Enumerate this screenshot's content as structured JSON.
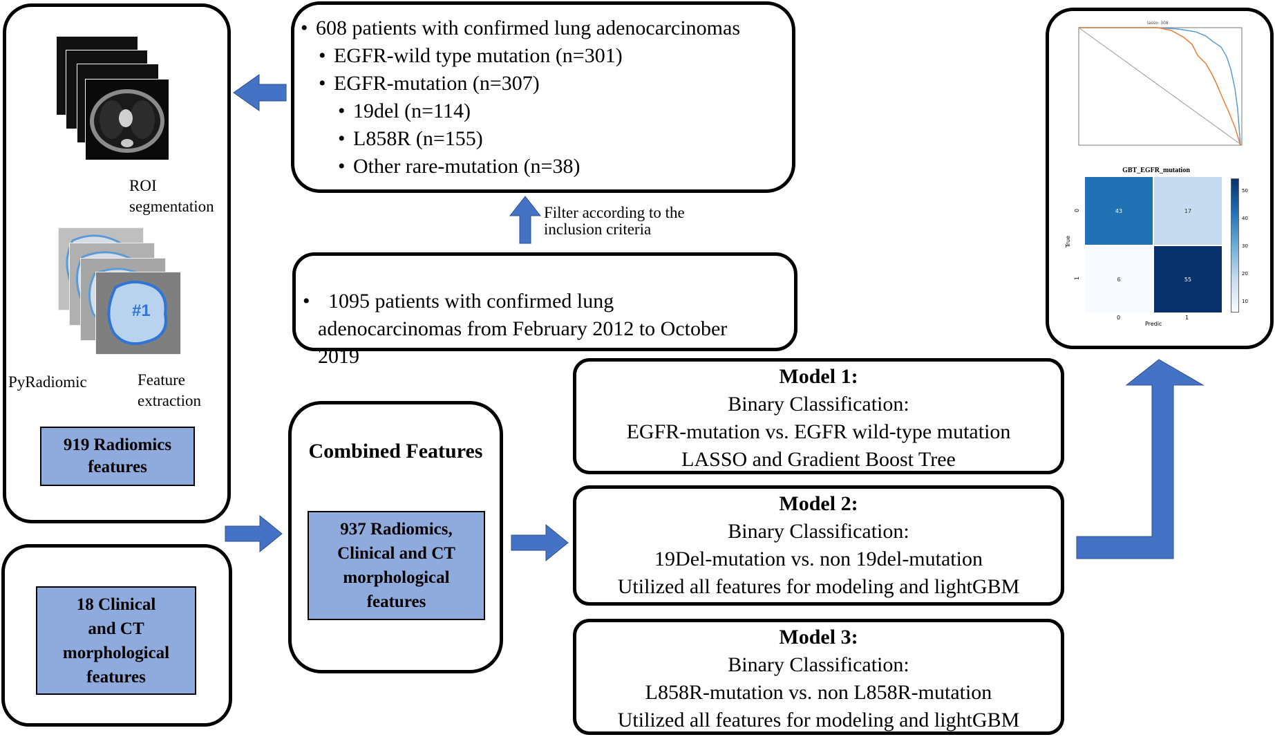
{
  "colors": {
    "arrow": "#4472c4",
    "feature_box": "#8faadc",
    "roc_blue": "#5b9bd5",
    "roc_orange": "#ed7d31",
    "heat_dark": "#08306b",
    "heat_mid": "#2171b5",
    "heat_light": "#c6dbef",
    "heat_lightest": "#f7fbff"
  },
  "ct_panel": {
    "roi_label": "ROI\nsegmentation",
    "roi_marker": "#1",
    "pyradiomic_label": "PyRadiomic",
    "feature_extraction_label": "Feature\nextraction",
    "radiomics_box": "919 Radiomics\nfeatures"
  },
  "clinical_box": "18 Clinical\nand CT\nmorphological\nfeatures",
  "combined": {
    "title": "Combined Features",
    "box": "937 Radiomics,\nClinical and CT\nmorphological\nfeatures"
  },
  "patients": {
    "bullets": [
      "608 patients with confirmed lung adenocarcinomas",
      "EGFR-wild type mutation (n=301)",
      "EGFR-mutation (n=307)",
      "19del (n=114)",
      "L858R (n=155)",
      "Other rare-mutation (n=38)"
    ]
  },
  "filter_label": "Filter according to the\ninclusion criteria",
  "cohort": "1095 patients with confirmed lung\nadenocarcinomas from February 2012 to October\n2019",
  "models": [
    {
      "title": "Model 1:",
      "lines": [
        "Binary Classification:",
        "EGFR-mutation vs. EGFR wild-type mutation",
        "LASSO and Gradient Boost Tree"
      ]
    },
    {
      "title": "Model 2:",
      "lines": [
        "Binary Classification:",
        "19Del-mutation vs. non 19del-mutation",
        "Utilized all features for modeling and lightGBM"
      ]
    },
    {
      "title": "Model 3:",
      "lines": [
        "Binary Classification:",
        "L858R-mutation vs. non L858R-mutation",
        "Utilized all features for modeling and lightGBM"
      ]
    }
  ],
  "results": {
    "roc_title": "lasso: 308",
    "heatmap": {
      "title": "GBT_EGFR_mutation",
      "ylabel": "True",
      "xlabel": "Predic",
      "row_labels": [
        "0",
        "1"
      ],
      "col_labels": [
        "0",
        "1"
      ],
      "cells": [
        [
          "43",
          "17"
        ],
        [
          "6",
          "55"
        ]
      ],
      "colorbar_ticks": [
        "50",
        "40",
        "30",
        "20",
        "10"
      ]
    }
  }
}
